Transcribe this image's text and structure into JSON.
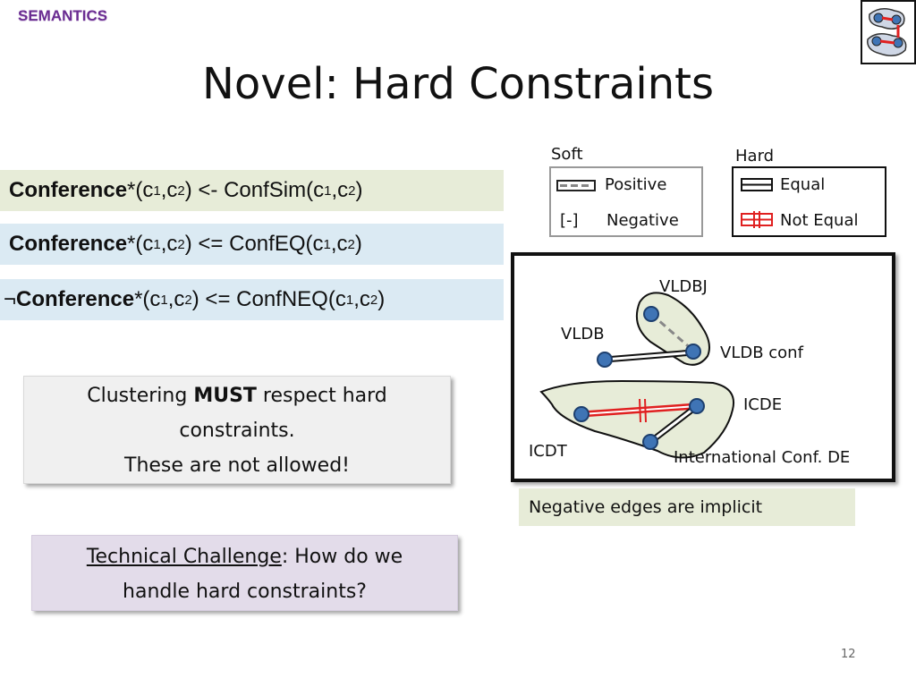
{
  "header": {
    "section_tag": "SEMANTICS",
    "title": "Novel: Hard Constraints"
  },
  "rules": [
    {
      "prefix": "",
      "predicate": "Conference",
      "star": "*",
      "args_left": "(c",
      "sub1": "1",
      "comma": ",c",
      "sub2": "2",
      "close": ")",
      "operator": " <- ",
      "rhs": "ConfSim(c",
      "rsub1": "1",
      "rcomma": ",c",
      "rsub2": "2",
      "rclose": ")"
    },
    {
      "prefix": "",
      "predicate": "Conference",
      "star": "*",
      "args_left": "(c",
      "sub1": "1",
      "comma": ",c",
      "sub2": "2",
      "close": ")",
      "operator": " <= ",
      "rhs": "ConfEQ(c",
      "rsub1": "1",
      "rcomma": ",c",
      "rsub2": "2",
      "rclose": ")"
    },
    {
      "prefix": "¬",
      "predicate": "Conference",
      "star": "*",
      "args_left": "(c",
      "sub1": "1",
      "comma": ",c",
      "sub2": "2",
      "close": ")",
      "operator": " <= ",
      "rhs": "ConfNEQ(c",
      "rsub1": "1",
      "rcomma": ",c",
      "rsub2": "2",
      "rclose": ")"
    }
  ],
  "callouts": {
    "clustering_prefix": "Clustering ",
    "clustering_strong": "MUST",
    "clustering_suffix": " respect hard",
    "clustering_line2": "constraints.",
    "clustering_line3": "These are not allowed!",
    "challenge_label": "Technical Challenge",
    "challenge_rest": ": How do we",
    "challenge_line2": "handle hard constraints?"
  },
  "legend": {
    "soft_title": "Soft",
    "soft_positive": "Positive",
    "soft_negative_marker": "[-]",
    "soft_negative": "Negative",
    "hard_title": "Hard",
    "hard_equal": "Equal",
    "hard_not_equal": "Not Equal"
  },
  "diagram": {
    "nodes": {
      "vldbj": "VLDBJ",
      "vldb": "VLDB",
      "vldb_conf": "VLDB conf",
      "icde": "ICDE",
      "icdt": "ICDT",
      "intl_conf_de": "International Conf. DE"
    },
    "note": "Negative edges are implicit"
  },
  "colors": {
    "accent_purple": "#6a2c91",
    "node_blue": "#3f74b5",
    "not_equal_red": "#e02020",
    "cluster_fill": "#e7ecd8"
  },
  "footer": {
    "page_number": "12"
  }
}
